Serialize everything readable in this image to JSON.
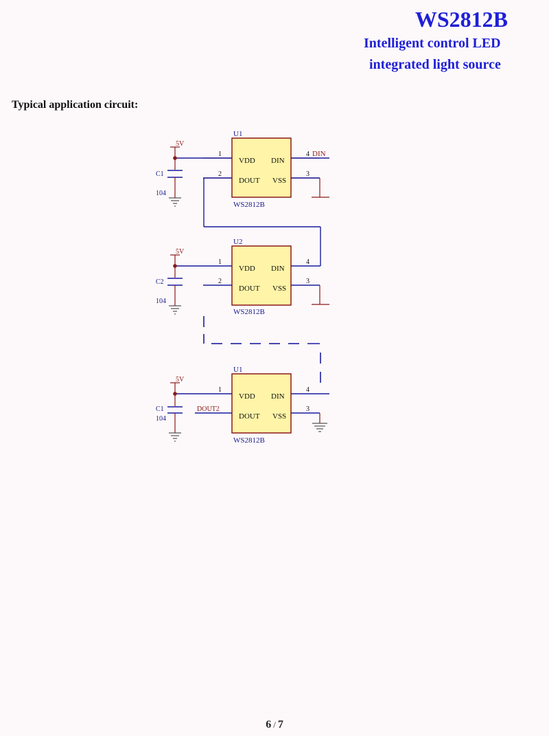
{
  "header": {
    "title": "WS2812B",
    "subtitle_line1": "Intelligent control LED",
    "subtitle_line2": "integrated light source"
  },
  "section_title": "Typical application circuit:",
  "colors": {
    "title": "#1f1fd6",
    "wire": "#1a1a9e",
    "component": "#8b1a1a",
    "chip_fill": "#fff4a8"
  },
  "circuits": [
    {
      "ref": "U1",
      "part": "WS2812B",
      "power": "5V",
      "cap_ref": "C1",
      "cap_value": "104",
      "pins": {
        "p1": "1",
        "p2": "2",
        "p3": "3",
        "p4": "4"
      },
      "pin_names": {
        "vdd": "VDD",
        "din": "DIN",
        "dout": "DOUT",
        "vss": "VSS"
      },
      "din_net": "DIN"
    },
    {
      "ref": "U2",
      "part": "WS2812B",
      "power": "5V",
      "cap_ref": "C2",
      "cap_value": "104",
      "pins": {
        "p1": "1",
        "p2": "2",
        "p3": "3",
        "p4": "4"
      },
      "pin_names": {
        "vdd": "VDD",
        "din": "DIN",
        "dout": "DOUT",
        "vss": "VSS"
      }
    },
    {
      "ref": "U1",
      "part": "WS2812B",
      "power": "5V",
      "cap_ref": "C1",
      "cap_value": "104",
      "pins": {
        "p1": "1",
        "p3": "3",
        "p4": "4"
      },
      "pin_names": {
        "vdd": "VDD",
        "din": "DIN",
        "dout": "DOUT",
        "vss": "VSS"
      },
      "dout_net": "DOUT2"
    }
  ],
  "footer": {
    "page": "6",
    "separator": "/",
    "total": "7"
  }
}
